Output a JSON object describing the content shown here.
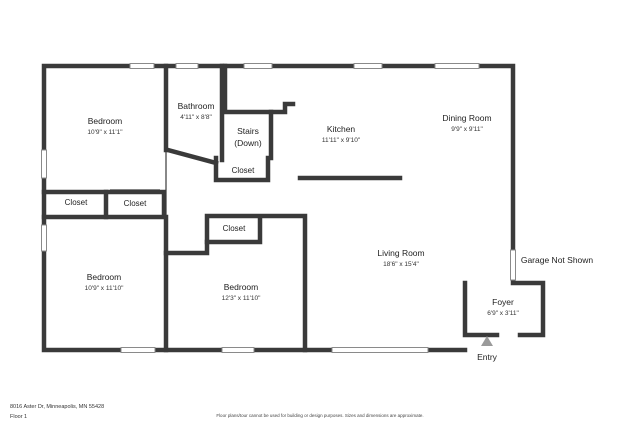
{
  "rooms": {
    "bedroom_nw": {
      "name": "Bedroom",
      "dims": "10'9\" x 11'1\""
    },
    "bathroom": {
      "name": "Bathroom",
      "dims": "4'11\" x 8'8\""
    },
    "stairs": {
      "line1": "Stairs",
      "line2": "(Down)"
    },
    "kitchen": {
      "name": "Kitchen",
      "dims": "11'11\" x 9'10\""
    },
    "dining": {
      "name": "Dining Room",
      "dims": "9'9\" x 9'11\""
    },
    "bedroom_sw": {
      "name": "Bedroom",
      "dims": "10'9\" x 11'10\""
    },
    "bedroom_mid": {
      "name": "Bedroom",
      "dims": "12'3\" x 11'10\""
    },
    "living": {
      "name": "Living Room",
      "dims": "18'6\" x 15'4\""
    },
    "foyer": {
      "name": "Foyer",
      "dims": "6'9\" x 3'11\""
    }
  },
  "closets": {
    "stairs": "Closet",
    "left_a": "Closet",
    "left_b": "Closet",
    "mid": "Closet"
  },
  "labels": {
    "garage": "Garage Not Shown",
    "entry": "Entry"
  },
  "footer": {
    "address": "8016 Aster Dr, Minneapolis, MN 55428",
    "floor": "Floor 1",
    "disclaimer": "Floor plans/tour cannot be used for building or design purposes. Sizes and dimensions are approximate."
  }
}
